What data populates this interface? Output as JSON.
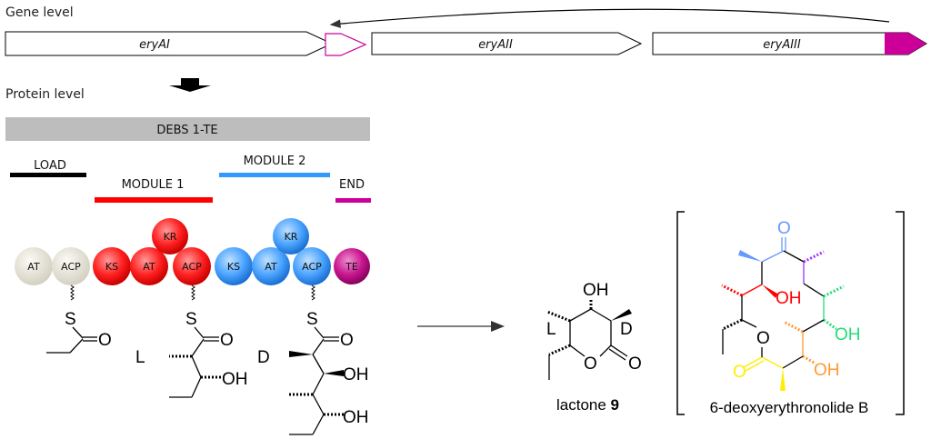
{
  "gene_level": {
    "title": "Gene level",
    "genes": [
      {
        "name": "eryAI"
      },
      {
        "name": "eryAII"
      },
      {
        "name": "eryAIII"
      }
    ],
    "te_color": "#cc0099"
  },
  "protein_level": {
    "title": "Protein level",
    "bar_label": "DEBS 1-TE",
    "bar_color": "#bdbdbd",
    "sections": [
      {
        "label": "LOAD",
        "color": "#000000"
      },
      {
        "label": "MODULE 1",
        "color": "#ff0000"
      },
      {
        "label": "MODULE 2",
        "color": "#3399ff"
      },
      {
        "label": "END",
        "color": "#cc0099"
      }
    ],
    "domains": [
      {
        "label": "AT",
        "module": "load"
      },
      {
        "label": "ACP",
        "module": "load"
      },
      {
        "label": "KS",
        "module": "module1"
      },
      {
        "label": "AT",
        "module": "module1"
      },
      {
        "label": "KR",
        "module": "module1"
      },
      {
        "label": "ACP",
        "module": "module1"
      },
      {
        "label": "KS",
        "module": "module2"
      },
      {
        "label": "AT",
        "module": "module2"
      },
      {
        "label": "KR",
        "module": "module2"
      },
      {
        "label": "ACP",
        "module": "module2"
      },
      {
        "label": "TE",
        "module": "end"
      }
    ],
    "colors": {
      "load": "#e8e6dc",
      "module1": "#ff2a2a",
      "module2": "#4aa3ff",
      "end": "#c8168e"
    }
  },
  "chemistry": {
    "atom_S": "S",
    "atom_O": "O",
    "atom_OH": "OH",
    "stereo_L": "L",
    "stereo_D": "D",
    "product_label_prefix": "lactone ",
    "product_number": "9",
    "final_product": "6-deoxyerythronolide B",
    "segment_colors": {
      "ketone": "#6699ff",
      "kr_red": "#ff0000",
      "purple": "#9933ff",
      "green": "#22dd77",
      "orange": "#ff9933",
      "yellow": "#ffee00"
    }
  }
}
